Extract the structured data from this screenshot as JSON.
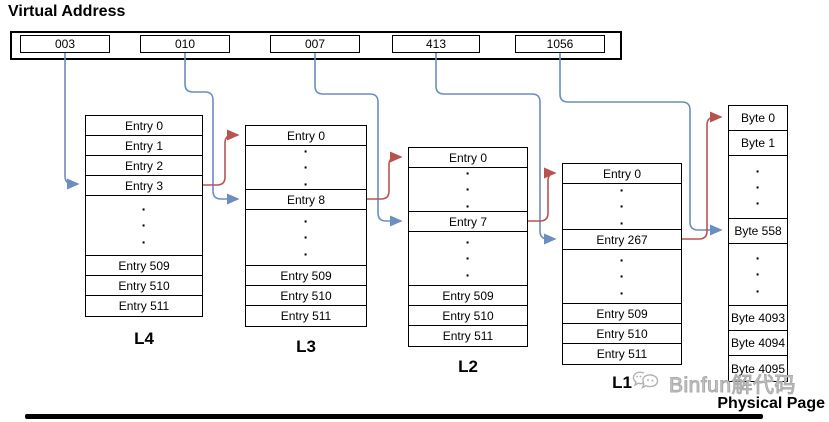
{
  "title": "Virtual Address",
  "virtual_address": {
    "fields": [
      "003",
      "010",
      "007",
      "413",
      "1056"
    ]
  },
  "tables": {
    "l4": {
      "label": "L4",
      "rows": [
        "Entry 0",
        "Entry 1",
        "Entry 2",
        "Entry 3",
        "·\n·\n·",
        "Entry 509",
        "Entry 510",
        "Entry 511"
      ]
    },
    "l3": {
      "label": "L3",
      "rows": [
        "Entry 0",
        "·\n·\n·",
        "Entry 8",
        "·\n·\n·",
        "Entry 509",
        "Entry 510",
        "Entry 511"
      ]
    },
    "l2": {
      "label": "L2",
      "rows": [
        "Entry 0",
        "·\n·\n·",
        "Entry 7",
        "·\n·\n·",
        "Entry 509",
        "Entry 510",
        "Entry 511"
      ]
    },
    "l1": {
      "label": "L1",
      "rows": [
        "Entry 0",
        "·\n·\n·",
        "Entry 267",
        "·\n·\n·",
        "Entry 509",
        "Entry 510",
        "Entry 511"
      ]
    },
    "physical": {
      "label": "Physical Page",
      "rows": [
        "Byte 0",
        "Byte 1",
        "·\n·\n·",
        "Byte 558",
        "·\n·\n·",
        "Byte 4093",
        "Byte 4094",
        "Byte 4095"
      ]
    }
  },
  "watermark": {
    "text": "Binfun解代码",
    "logo": "chat-bubbles-icon"
  },
  "colors": {
    "arrow_blue": "#6C8EBF",
    "arrow_red": "#B85450",
    "border": "#000000",
    "watermark_gray": "#C0C0C0"
  }
}
